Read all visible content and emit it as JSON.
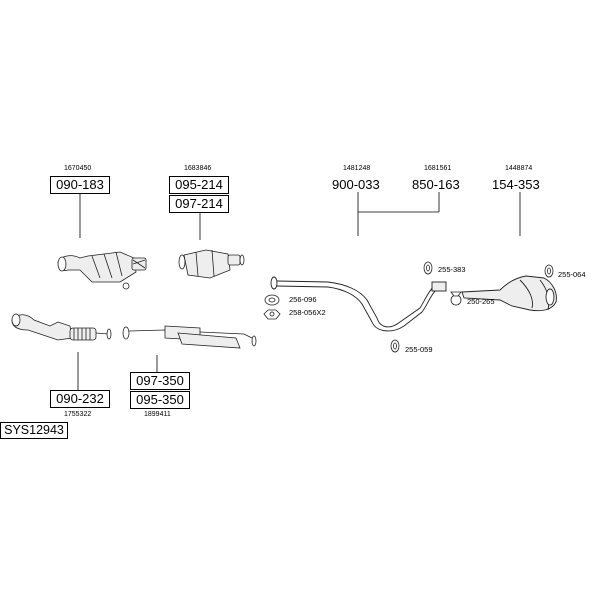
{
  "diagram": {
    "system_code": "SYS12943",
    "front_section": {
      "upper_left": {
        "ref": "1670450",
        "parts": [
          "090-183"
        ]
      },
      "upper_mid": {
        "ref": "1683846",
        "parts": [
          "095-214",
          "097-214"
        ]
      },
      "lower_left": {
        "ref": "1755322",
        "parts": [
          "090-232"
        ]
      },
      "lower_mid": {
        "ref": "1899411",
        "parts": [
          "097-350",
          "095-350"
        ]
      },
      "small_parts": [
        "256-096",
        "258-056X2"
      ]
    },
    "rear_section": {
      "pipe_a": {
        "ref": "1481248",
        "part": "900-033"
      },
      "pipe_b": {
        "ref": "1681561",
        "part": "850-163"
      },
      "muffler": {
        "ref": "1448874",
        "part": "154-353"
      },
      "small_parts": [
        "255-383",
        "250-265",
        "255-064",
        "255-059"
      ]
    }
  }
}
